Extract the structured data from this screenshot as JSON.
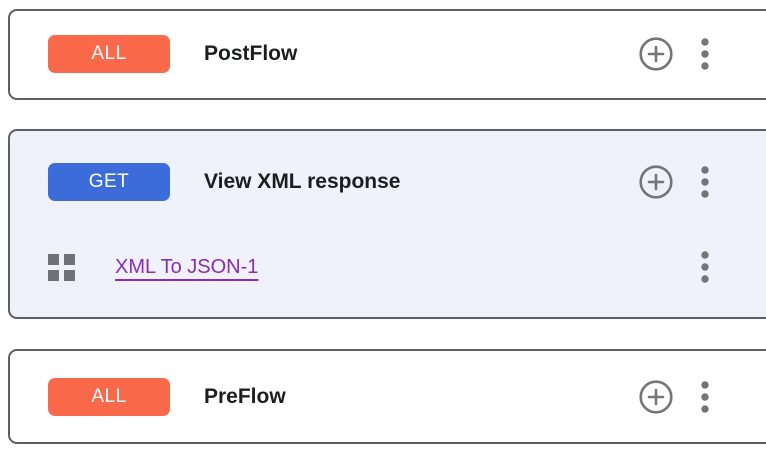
{
  "panel": {
    "description": "API proxy flow editor card list"
  },
  "flows": [
    {
      "verb": "ALL",
      "verb_color": "#fa6a4a",
      "title": "PostFlow",
      "selected": false,
      "steps": []
    },
    {
      "verb": "GET",
      "verb_color": "#3b6cd9",
      "title": "View XML response",
      "selected": true,
      "steps": [
        {
          "label": "XML To JSON-1",
          "link_color": "#8c2bb7"
        }
      ]
    },
    {
      "verb": "ALL",
      "verb_color": "#fa6a4a",
      "title": "PreFlow",
      "selected": false,
      "steps": []
    }
  ],
  "icons": {
    "add_step": "plus-circle",
    "more_menu": "vertical-three-dots",
    "drag_handle": "grid-four-squares"
  },
  "colors": {
    "card_border": "#5c6066",
    "selected_card_bg": "#eff2fb",
    "icon_gray": "#757575",
    "title_text": "#1c1d1f",
    "badge_text": "#ffffff"
  }
}
